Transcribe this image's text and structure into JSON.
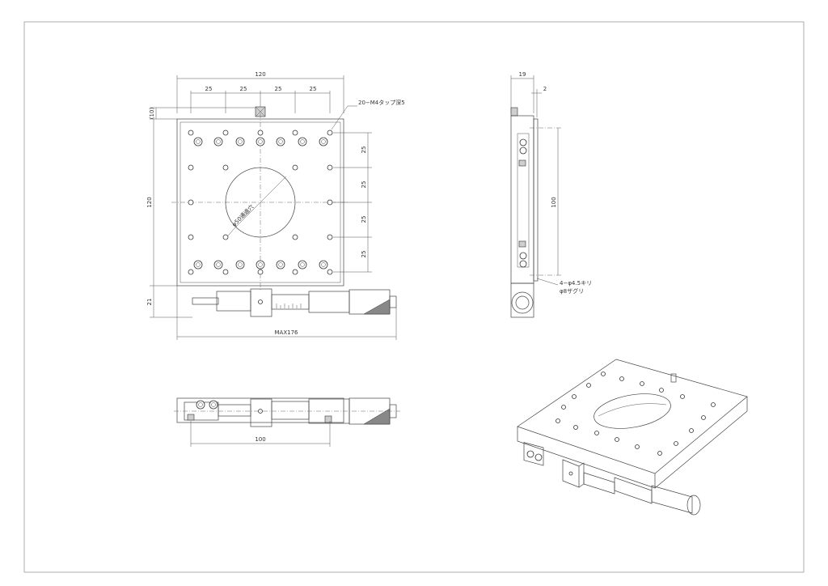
{
  "drawing": {
    "top_view": {
      "dim_overall_width": "120",
      "dim_pitch": [
        "25",
        "25",
        "25",
        "25"
      ],
      "dim_top_offset": "(10)",
      "dim_height": "120",
      "dim_vertical_pitch": [
        "25",
        "25",
        "25",
        "25"
      ],
      "dim_micrometer_offset": "21",
      "dim_max_length": "MAX176",
      "tap_note": "20−M4タップ深5",
      "center_hole_note": "φ50通過穴"
    },
    "side_view": {
      "dim_width": "19",
      "dim_step": "2",
      "dim_hole_pitch": "100",
      "mount_note_1": "4−φ4.5キリ",
      "mount_note_2": "φ8ザグリ"
    },
    "front_view": {
      "dim_travel": "100"
    }
  }
}
